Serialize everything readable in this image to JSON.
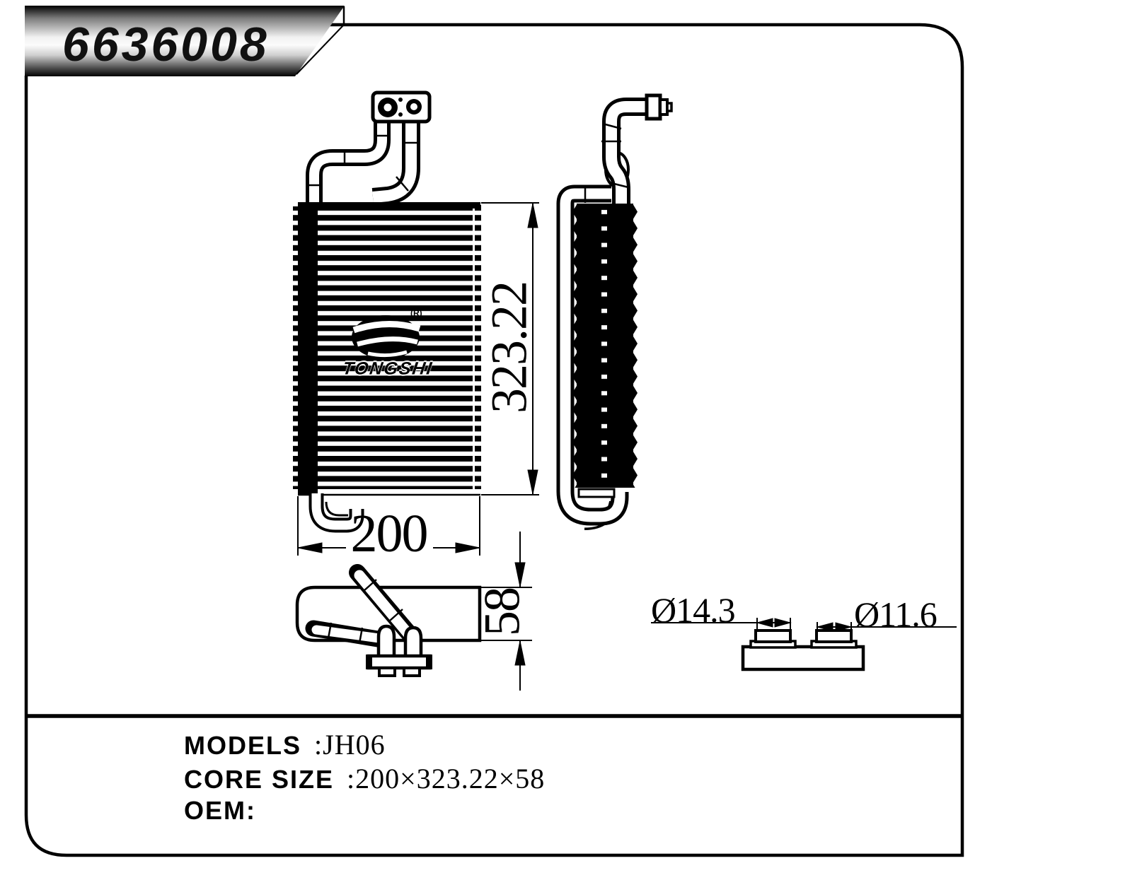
{
  "header": {
    "part_number": "6636008"
  },
  "drawing": {
    "brand": "TONGSHI",
    "registered_mark": "(R)",
    "dimensions": {
      "core_width": "200",
      "core_height": "323.22",
      "core_depth": "58",
      "port_large_diameter": "Ø14.3",
      "port_small_diameter": "Ø11.6"
    }
  },
  "info": {
    "models_label": "MODELS",
    "models_value": ":JH06",
    "core_size_label": "CORE SIZE",
    "core_size_value": ":200×323.22×58",
    "oem_label": "OEM:"
  },
  "colors": {
    "line": "#000000",
    "background": "#ffffff"
  }
}
